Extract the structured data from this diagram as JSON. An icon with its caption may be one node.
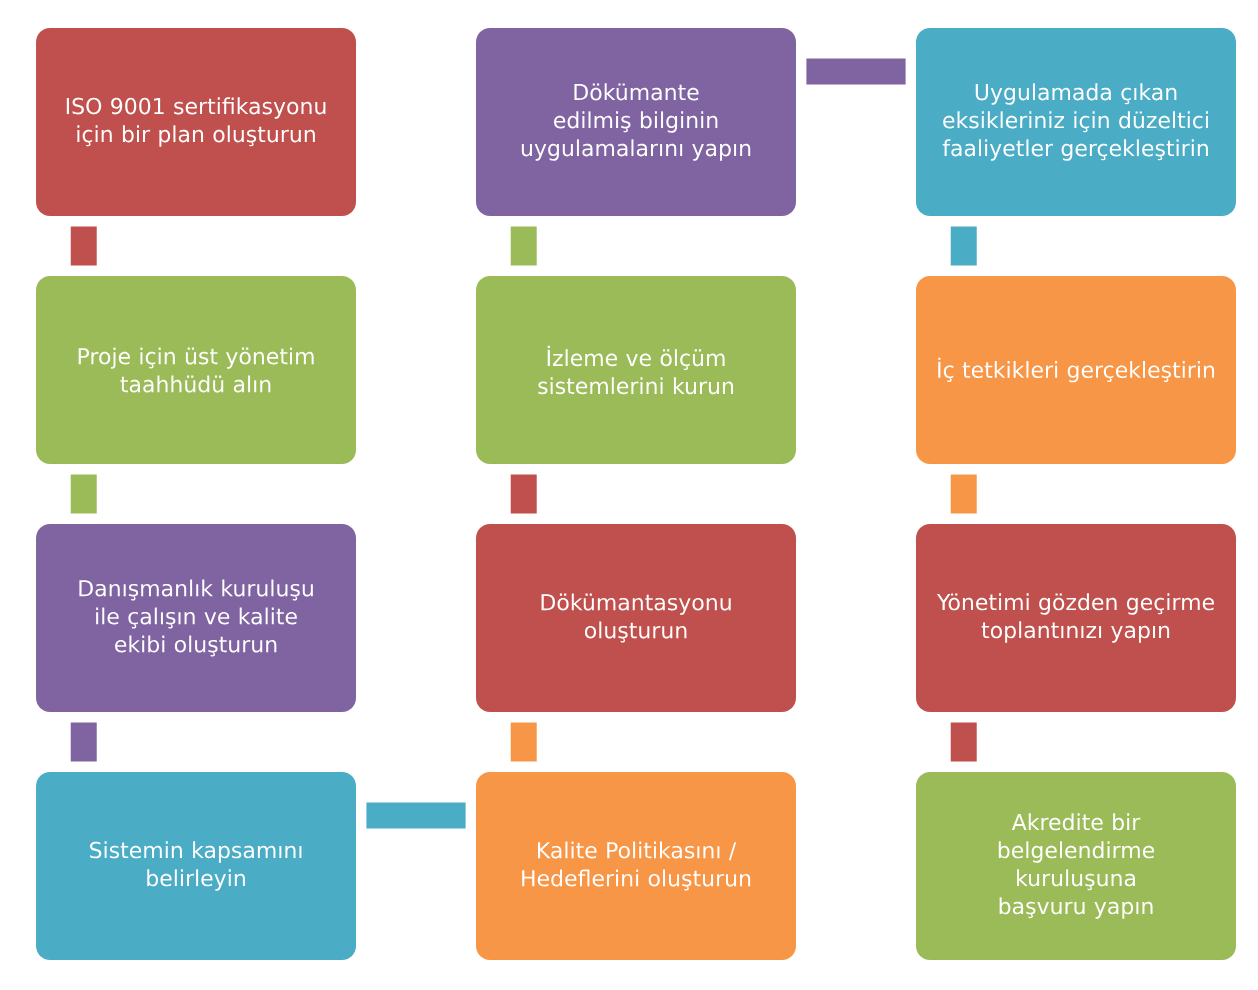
{
  "diagram": {
    "nodes": [
      {
        "text": [
          "ISO 9001 sertifikasyonu için bir plan oluşturun"
        ]
      },
      {
        "text": [
          "Proje için üst yönetim taahhüdü alın"
        ]
      },
      {
        "text": [
          "Danışmanlık kuruluşu ile çalışın ve kalite ekibi oluşturun"
        ]
      },
      {
        "text": [
          "Sistemin kapsamını belirleyin"
        ]
      },
      {
        "text": [
          "Kalite Politikasını / Hedeflerini oluşturun"
        ]
      },
      {
        "text": [
          "Dökümantasyonu oluşturun"
        ]
      },
      {
        "text": [
          "İzleme ve ölçüm sistemlerini kurun"
        ]
      },
      {
        "text": [
          "Dökümante edilmiş bilginin uygulamalarını yapın"
        ]
      },
      {
        "text": [
          "Uygulamada çıkan eksikleriniz için düzeltici faaliyetler gerçekleştirin"
        ]
      },
      {
        "text": [
          "İç tetkikleri gerçekleştirin"
        ]
      },
      {
        "text": [
          "Yönetimi gözden geçirme toplantınızı yapın"
        ]
      },
      {
        "text": [
          "Akredite bir belgelendirme kuruluşuna başvuru yapın"
        ]
      }
    ],
    "edges": [
      {
        "from": 0,
        "to": 1,
        "arrow": "none",
        "color": "#c0504d"
      },
      {
        "from": 1,
        "to": 2,
        "arrow": "none",
        "color": "#9bbb59"
      },
      {
        "from": 2,
        "to": 3,
        "arrow": "none",
        "color": "#8064a2"
      },
      {
        "from": 3,
        "to": 4,
        "arrow": "none",
        "color": "#4bacc6"
      },
      {
        "from": 4,
        "to": 5,
        "arrow": "none",
        "color": "#f79646"
      },
      {
        "from": 5,
        "to": 6,
        "arrow": "none",
        "color": "#c0504d"
      },
      {
        "from": 6,
        "to": 7,
        "arrow": "none",
        "color": "#9bbb59"
      },
      {
        "from": 7,
        "to": 8,
        "arrow": "none",
        "color": "#8064a2"
      },
      {
        "from": 8,
        "to": 9,
        "arrow": "none",
        "color": "#4bacc6"
      },
      {
        "from": 9,
        "to": 10,
        "arrow": "none",
        "color": "#f79646"
      },
      {
        "from": 10,
        "to": 11,
        "arrow": "none",
        "color": "#c0504d"
      }
    ]
  }
}
